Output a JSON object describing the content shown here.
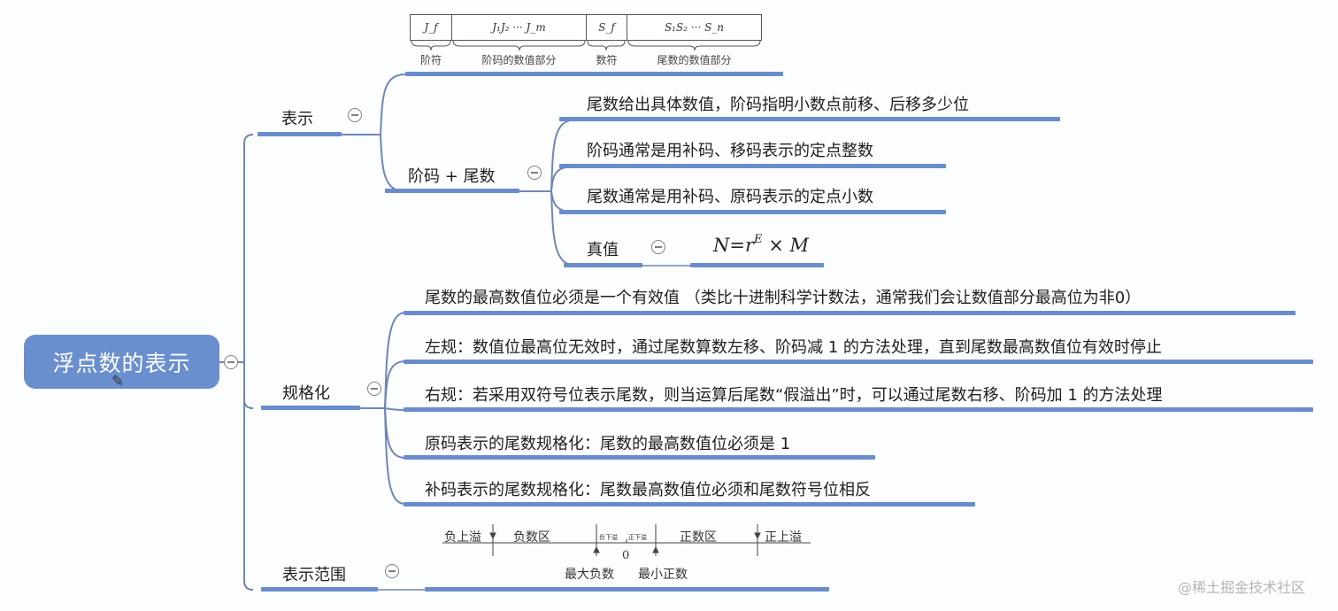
{
  "root": {
    "label": "浮点数的表示",
    "edit_icon": "pencil-icon",
    "toggle_icon": "collapse-minus-icon"
  },
  "branches": {
    "representation": {
      "label": "表示",
      "format_diagram": {
        "cells": [
          "J_f",
          "J₁J₂ ··· J_m",
          "S_f",
          "S₁S₂ ··· S_n"
        ],
        "labels": [
          "阶符",
          "阶码的数值部分",
          "数符",
          "尾数的数值部分"
        ]
      },
      "exponent_mantissa": {
        "label": "阶码 + 尾数",
        "items": [
          "尾数给出具体数值，阶码指明小数点前移、后移多少位",
          "阶码通常是用补码、移码表示的定点整数",
          "尾数通常是用补码、原码表示的定点小数"
        ],
        "true_value": {
          "label": "真值",
          "formula_base": "N=r",
          "formula_exp": "E",
          "formula_tail": " × M"
        }
      }
    },
    "normalization": {
      "label": "规格化",
      "items": [
        "尾数的最高数值位必须是一个有效值 （类比十进制科学计数法，通常我们会让数值部分最高位为非0）",
        "左规：数值位最高位无效时，通过尾数算数左移、阶码减 1 的方法处理，直到尾数最高数值位有效时停止",
        "右规：若采用双符号位表示尾数，则当运算后尾数“假溢出”时，可以通过尾数右移、阶码加 1 的方法处理",
        "原码表示的尾数规格化：尾数的最高数值位必须是 1",
        "补码表示的尾数规格化：尾数最高数值位必须和尾数符号位相反"
      ]
    },
    "range": {
      "label": "表示范围",
      "diagram": {
        "neg_overflow": "负上溢",
        "neg_region": "负数区",
        "neg_underflow": "负下溢",
        "pos_underflow": "正下溢",
        "pos_region": "正数区",
        "pos_overflow": "正上溢",
        "zero": "0",
        "max_negative": "最大负数",
        "min_positive": "最小正数"
      }
    }
  },
  "watermark": "@稀土掘金技术社区",
  "colors": {
    "root_fill": "#6a8fcf",
    "bar": "#6a8ccd",
    "connector": "#6f86b8",
    "toggle": "#7b7f8a"
  }
}
